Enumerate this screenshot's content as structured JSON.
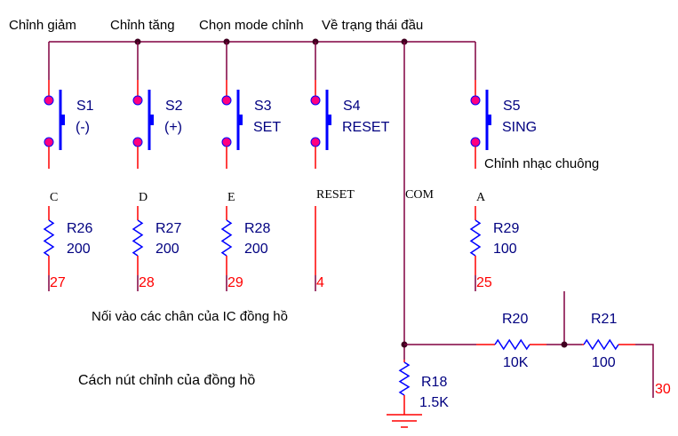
{
  "top_labels": [
    "Chỉnh giảm",
    "Chỉnh tăng",
    "Chọn mode chỉnh",
    "Về trạng thái đầu"
  ],
  "switches": [
    {
      "ref": "S1",
      "label": "(-)",
      "net": "C",
      "resistor": {
        "ref": "R26",
        "value": "200"
      },
      "pin": "27"
    },
    {
      "ref": "S2",
      "label": "(+)",
      "net": "D",
      "resistor": {
        "ref": "R27",
        "value": "200"
      },
      "pin": "28"
    },
    {
      "ref": "S3",
      "label": "SET",
      "net": "E",
      "resistor": {
        "ref": "R28",
        "value": "200"
      },
      "pin": "29"
    },
    {
      "ref": "S4",
      "label": "RESET",
      "net": "RESET",
      "resistor": null,
      "pin": "4"
    },
    {
      "ref": "S5",
      "label": "SING",
      "net": "A",
      "resistor": {
        "ref": "R29",
        "value": "100"
      },
      "pin": "25"
    }
  ],
  "com_label": "COM",
  "ring_note": "Chỉnh nhạc chuông",
  "ic_note": "Nối vào các chân của IC đồng hồ",
  "caption": "Cách nút chỉnh của đồng hồ",
  "bottom": {
    "r18": {
      "ref": "R18",
      "value": "1.5K"
    },
    "r20": {
      "ref": "R20",
      "value": "10K"
    },
    "r21": {
      "ref": "R21",
      "value": "100"
    },
    "pin": "30"
  },
  "colors": {
    "wire": "#800040",
    "stub": "#ff0000",
    "component": "#0000ff",
    "pin_dot": "#ff0080",
    "ref_text": "#000080"
  }
}
